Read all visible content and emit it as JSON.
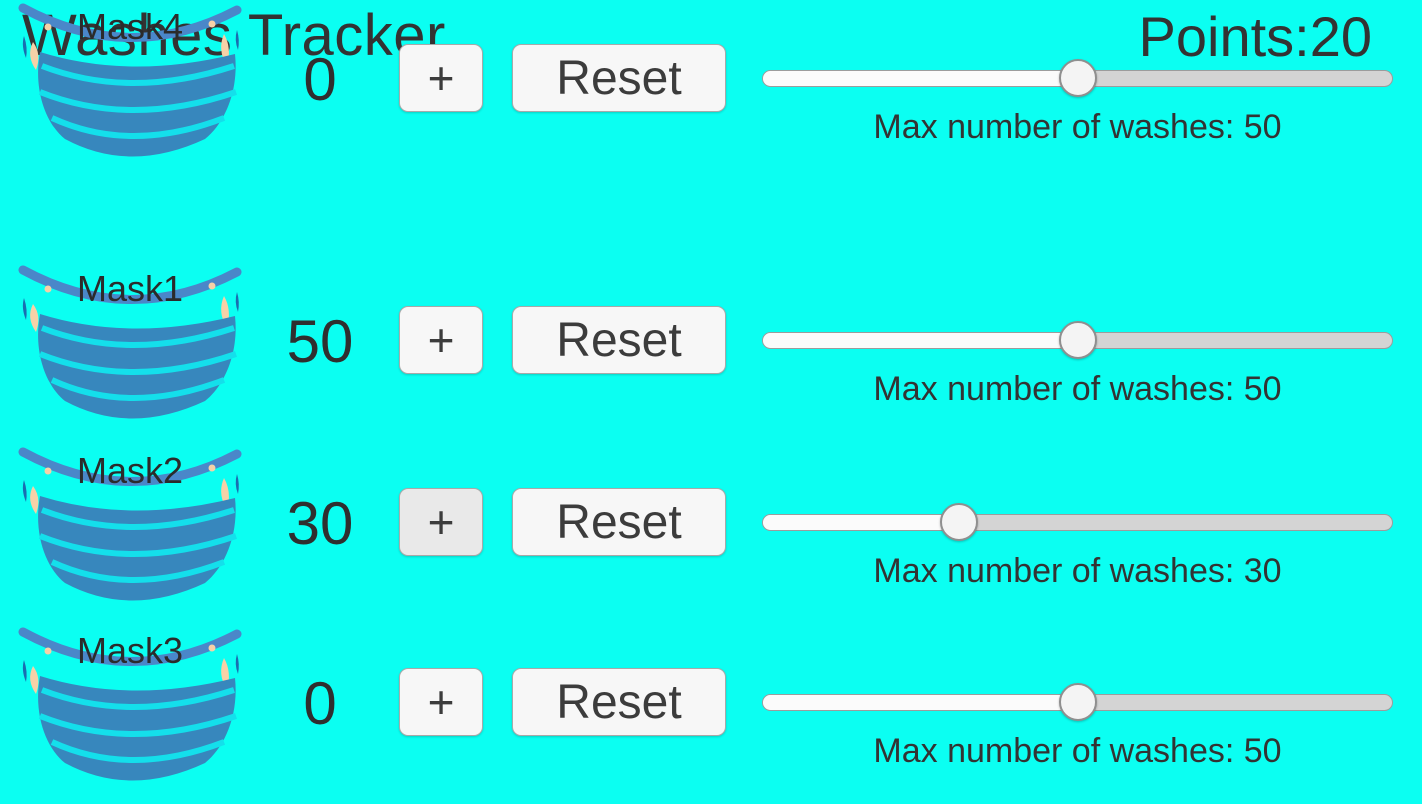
{
  "app": {
    "title": "Washes Tracker",
    "points_label": "Points:",
    "points_value": "20"
  },
  "colors": {
    "background": "#0bfff2",
    "mask_body": "#3787bd",
    "mask_band": "#4a87c9",
    "mask_pleat": "#14dfeb",
    "mask_ear": "#f6d1a7",
    "text": "#333333",
    "button_bg": "#f7f7f7",
    "button_pressed_bg": "#e9e9e9",
    "slider_fill": "#fbfbfb",
    "slider_track": "#d4d4d4"
  },
  "rows": [
    {
      "mask_label": "Mask1",
      "count": "50",
      "plus_label": "+",
      "reset_label": "Reset",
      "slider_percent": 50,
      "plus_pressed": false,
      "max_label": "Max number of washes: 50"
    },
    {
      "mask_label": "Mask2",
      "count": "30",
      "plus_label": "+",
      "reset_label": "Reset",
      "slider_percent": 30,
      "plus_pressed": true,
      "max_label": "Max number of washes: 30"
    },
    {
      "mask_label": "Mask3",
      "count": "0",
      "plus_label": "+",
      "reset_label": "Reset",
      "slider_percent": 50,
      "plus_pressed": false,
      "max_label": "Max number of washes: 50"
    },
    {
      "mask_label": "Mask4",
      "count": "0",
      "plus_label": "+",
      "reset_label": "Reset",
      "slider_percent": 50,
      "plus_pressed": false,
      "max_label": "Max number of washes: 50"
    }
  ]
}
